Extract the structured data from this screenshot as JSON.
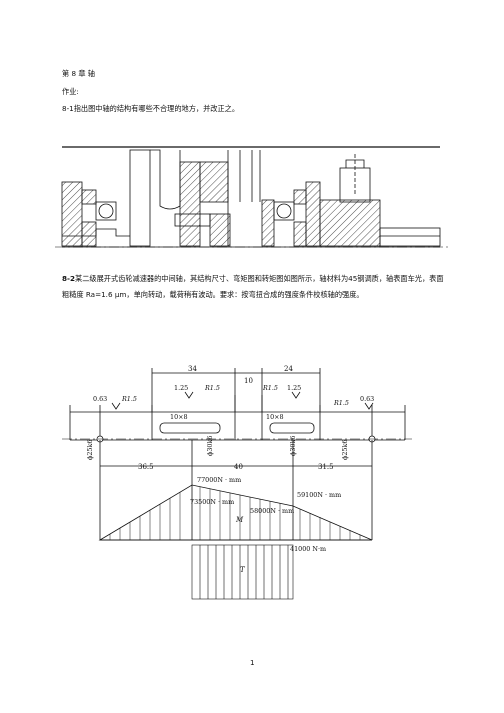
{
  "heading": "第 8 章 轴",
  "homework_label": "作业:",
  "problem_1": "8-1指出图中轴的结构有哪些不合理的地方，并改正之。",
  "problem_2_number": "8-2",
  "problem_2_text": "某二级展开式齿轮减速器的中间轴，其结构尺寸、弯矩图和转矩图如图所示，轴材料为45钢调质，轴表面车光，表面粗糙度 Ra=1.6 μm，单向转动，载荷稍有波动。要求：按弯扭合成的强度条件校核轴的强度。",
  "figure2": {
    "dims_top": [
      "34",
      "10",
      "24"
    ],
    "roughness": [
      "0.63",
      "1.25",
      "1.25",
      "0.63"
    ],
    "radii": [
      "R1.5",
      "R1.5",
      "R1.5",
      "R1.5"
    ],
    "keyways": [
      "10×8",
      "10×8"
    ],
    "diameters": [
      "ϕ25k6",
      "ϕ30k6",
      "ϕ30k6",
      "ϕ25k6"
    ],
    "spans": [
      "36.5",
      "40",
      "31.5"
    ],
    "moments": [
      "77000N · mm",
      "59100N · mm",
      "73500N · mm",
      "58000N · mm"
    ],
    "moment_symbol": "M",
    "torque_value": "41000 N·m",
    "torque_symbol": "T"
  },
  "page_number": "1"
}
